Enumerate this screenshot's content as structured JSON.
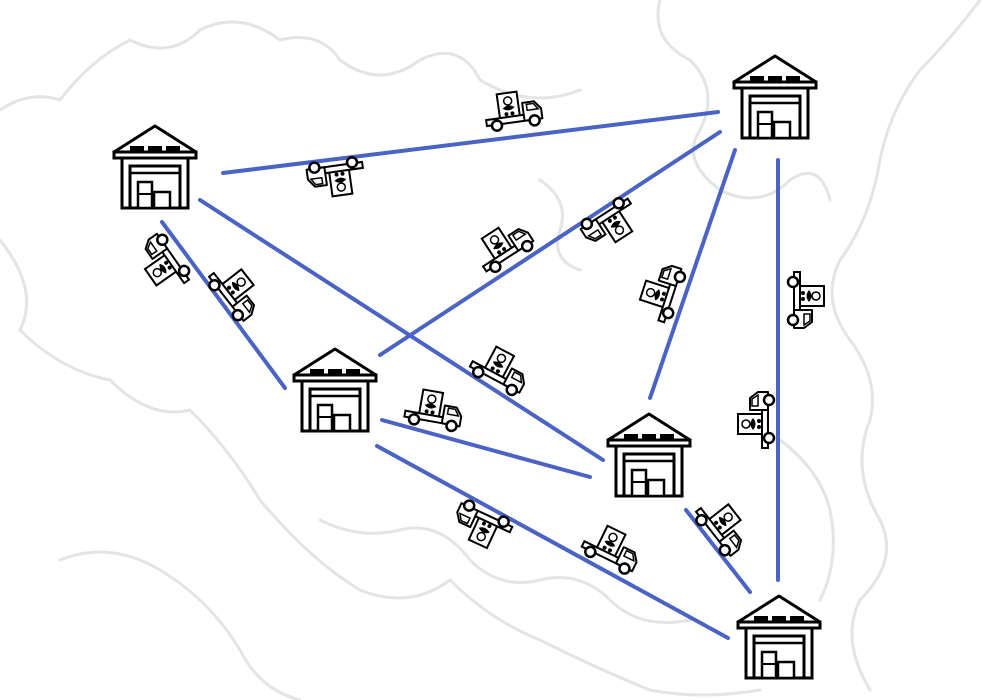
{
  "diagram": {
    "type": "logistics-network",
    "colors": {
      "background": "#ffffff",
      "route": "#4a63c4",
      "icon": "#000000",
      "map_outline": "#e4e4e4"
    },
    "nodes": [
      {
        "id": "warehouse-1",
        "icon": "warehouse-icon"
      },
      {
        "id": "warehouse-2",
        "icon": "warehouse-icon"
      },
      {
        "id": "warehouse-3",
        "icon": "warehouse-icon"
      },
      {
        "id": "warehouse-4",
        "icon": "warehouse-icon"
      },
      {
        "id": "warehouse-5",
        "icon": "warehouse-icon"
      }
    ],
    "routes": [
      [
        "warehouse-1",
        "warehouse-2"
      ],
      [
        "warehouse-1",
        "warehouse-3"
      ],
      [
        "warehouse-1",
        "warehouse-4"
      ],
      [
        "warehouse-2",
        "warehouse-3"
      ],
      [
        "warehouse-2",
        "warehouse-4"
      ],
      [
        "warehouse-2",
        "warehouse-5"
      ],
      [
        "warehouse-3",
        "warehouse-4"
      ],
      [
        "warehouse-3",
        "warehouse-5"
      ],
      [
        "warehouse-4",
        "warehouse-5"
      ]
    ],
    "vehicle_icon": "delivery-truck-icon",
    "vehicle_count": 14
  }
}
